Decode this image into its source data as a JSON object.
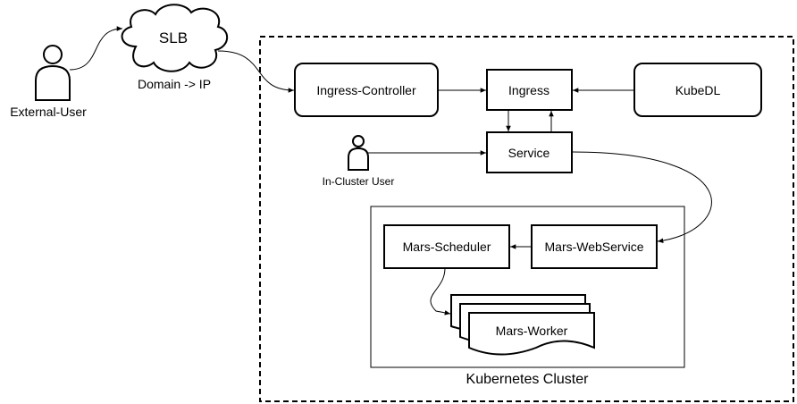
{
  "nodes": {
    "slb": "SLB",
    "ingress_controller": "Ingress-Controller",
    "ingress": "Ingress",
    "kubedl": "KubeDL",
    "service": "Service",
    "mars_scheduler": "Mars-Scheduler",
    "mars_webservice": "Mars-WebService",
    "mars_worker": "Mars-Worker"
  },
  "actors": {
    "external_user": "External-User",
    "in_cluster_user": "In-Cluster User"
  },
  "labels": {
    "domain_ip": "Domain -> IP",
    "kubernetes_cluster": "Kubernetes Cluster"
  },
  "colors": {
    "stroke": "#000000",
    "fill": "#ffffff"
  }
}
